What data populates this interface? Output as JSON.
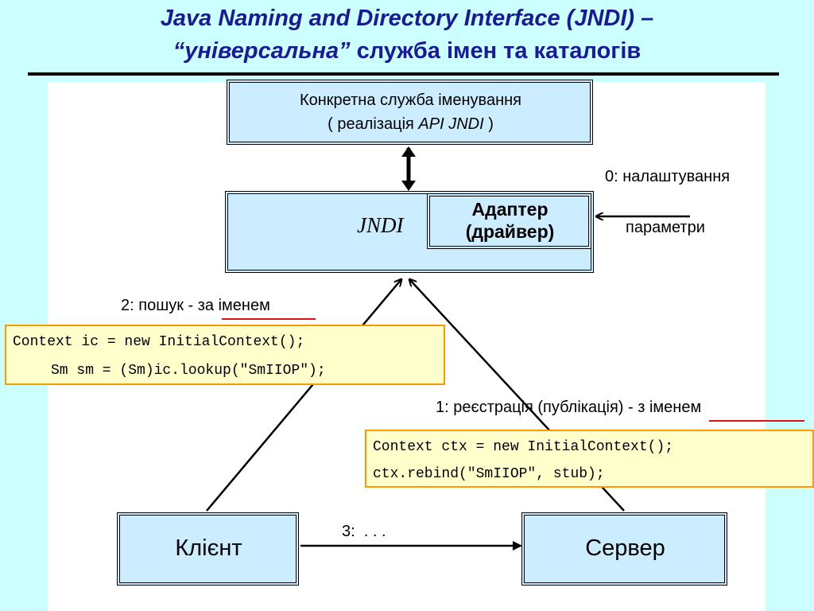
{
  "title": {
    "line1": "Java Naming and Directory Interface (JNDI) –",
    "line2_italic": "“універсальна”",
    "line2_rest": " служба імен та каталогів"
  },
  "impl_box": {
    "line1": "Конкретна служба іменування",
    "line2_prefix": "( реалізація ",
    "line2_italic": "API JNDI",
    "line2_suffix": " )"
  },
  "jndi_box": {
    "label": "JNDI",
    "adapter_line1": "Адаптер",
    "adapter_line2": "(драйвер)"
  },
  "config": {
    "step": "0: налаштування",
    "params": "параметри"
  },
  "lookup": {
    "label_prefix": "2: пошук - ",
    "label_underlined": "за іменем",
    "code_line1": "Context ic = new InitialContext();",
    "code_line2": "Sm sm = (Sm)ic.lookup(\"SmIIOP\");"
  },
  "register": {
    "label_prefix": "1: реєстрація (публікація) - ",
    "label_underlined": "з іменем",
    "code_line1": "Context ctx = new InitialContext();",
    "code_line2": "ctx.rebind(\"SmIIOP\", stub);"
  },
  "client": {
    "label": "Клієнт"
  },
  "server": {
    "label": "Сервер"
  },
  "interaction": {
    "label": "3:  . . ."
  }
}
